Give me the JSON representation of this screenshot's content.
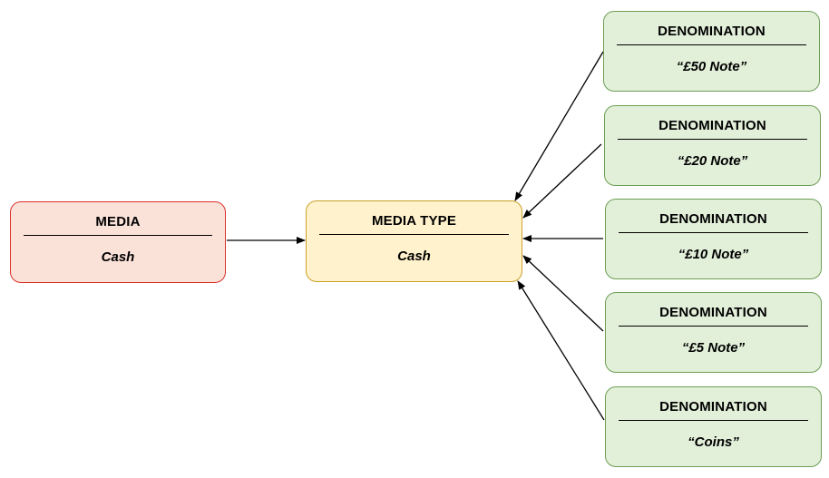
{
  "diagram": {
    "media": {
      "heading": "MEDIA",
      "value": "Cash",
      "fill": "#fae2d9",
      "border": "#d9302c"
    },
    "media_type": {
      "heading": "MEDIA TYPE",
      "value": "Cash",
      "fill": "#fff2cc",
      "border": "#c9a227"
    },
    "denominations": [
      {
        "heading": "DENOMINATION",
        "value": "“£50 Note”"
      },
      {
        "heading": "DENOMINATION",
        "value": "“£20 Note”"
      },
      {
        "heading": "DENOMINATION",
        "value": "“£10 Note”"
      },
      {
        "heading": "DENOMINATION",
        "value": "“£5 Note”"
      },
      {
        "heading": "DENOMINATION",
        "value": "“Coins”"
      }
    ],
    "denomination_style": {
      "fill": "#e2efd9",
      "border": "#6d9f55"
    },
    "edges": [
      {
        "from": "media",
        "to": "media_type"
      },
      {
        "from": "denominations.0",
        "to": "media_type"
      },
      {
        "from": "denominations.1",
        "to": "media_type"
      },
      {
        "from": "denominations.2",
        "to": "media_type"
      },
      {
        "from": "denominations.3",
        "to": "media_type"
      },
      {
        "from": "denominations.4",
        "to": "media_type"
      }
    ]
  }
}
